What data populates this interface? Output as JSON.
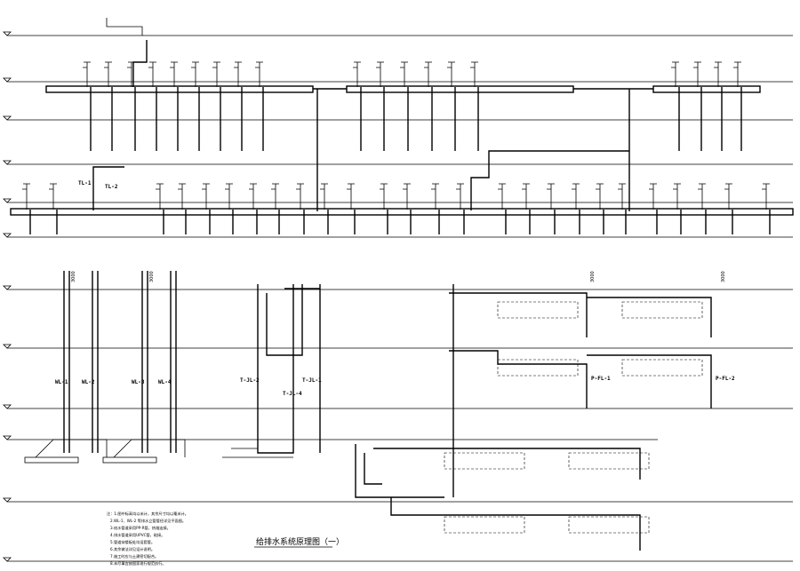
{
  "title": "给排水系统原理图（一）",
  "pipe_tags": {
    "tl1": "TL-1",
    "tl2": "TL-2",
    "wl1": "WL-1",
    "wl2": "WL-2",
    "wl3": "WL-3",
    "wl4": "WL-4",
    "tjl2": "T-JL-2",
    "tjl1": "T-JL-1",
    "tjl4": "T-JL-4",
    "pfl1": "P-FL-1",
    "pfl2": "P-FL-2"
  },
  "dims": {
    "d1": "3000",
    "d2": "3000",
    "d3": "3000",
    "d4": "3000"
  },
  "notes": [
    "注：1.图中标高均以米计，其余尺寸均以毫米计。",
    "2.WL-1、WL-2 等排水立管管径详见平面图。",
    "3.给水管道采用PP-R管，热熔连接。",
    "4.排水管道采用UPVC管，粘接。",
    "5.管道穿楼板处均设套管。",
    "6.其余做法详见设计说明。",
    "7.施工时应与土建密切配合。",
    "8.未尽事宜按国家现行规范执行。"
  ],
  "colors": {
    "line": "#000000",
    "background": "#ffffff"
  }
}
